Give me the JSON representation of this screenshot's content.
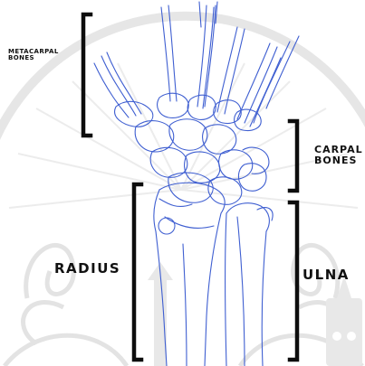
{
  "labels": {
    "metacarpal": "METACARPAL\nBONES",
    "carpal": "CARPAL\nBONES",
    "radius": "RADIUS",
    "ulna": "ULNA"
  },
  "colors": {
    "bone_stroke": "#3f5fd1",
    "bracket": "#0d0d0d",
    "watermark": "#e9e9e9",
    "text": "#111111"
  },
  "watermark": {
    "icon": "university-seal-watermark-icon"
  }
}
